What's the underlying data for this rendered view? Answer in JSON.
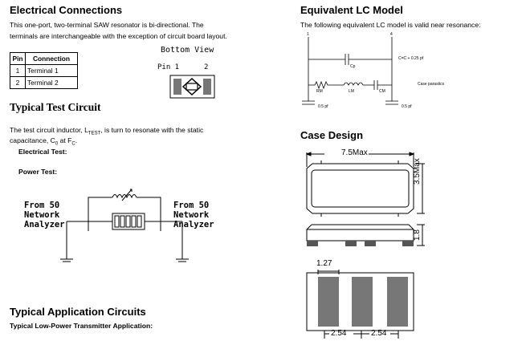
{
  "electrical": {
    "title": "Electrical Connections",
    "line1": "This one-port, two-terminal SAW resonator is bi-directional. The",
    "line2": "terminals are interchangeable with the exception of circuit board layout."
  },
  "pin_table": {
    "headers": [
      "Pin",
      "Connection"
    ],
    "rows": [
      [
        "1",
        "Terminal 1"
      ],
      [
        "2",
        "Terminal 2"
      ]
    ]
  },
  "bottom_view": {
    "title": "Bottom View",
    "pin1": "Pin 1",
    "pin2": "2"
  },
  "test_circuit": {
    "title": "Typical Test Circuit",
    "line1": "The test circuit inductor, L",
    "line1_sub": "TEST",
    "line1_end": ", is turn to resonate with the static",
    "line2": "capacitance, C",
    "line2_sub": "0",
    "line2_end": " at F",
    "line2_sub2": "C",
    "line2_tail": ".",
    "electrical_test": "Electrical Test:",
    "power_test": "Power Test:",
    "left_label": [
      "From 50",
      "Network",
      "Analyzer"
    ],
    "right_label": [
      "From 50",
      "Network",
      "Analyzer"
    ]
  },
  "application": {
    "title": "Typical Application Circuits",
    "subtitle": "Typical Low-Power Transmitter Application:"
  },
  "lc_model": {
    "title": "Equivalent LC Model",
    "text": "The following equivalent LC model is valid near resonance:",
    "node1": "1",
    "node4": "4",
    "eq": "C=C + 0.25 pf",
    "cp": "Cp",
    "rm": "RM",
    "lm": "LM",
    "cm": "CM",
    "parasitics": "Case parastics",
    "cap_left": "0.5 pf",
    "cap_right": "0.5 pf"
  },
  "case_design": {
    "title": "Case Design",
    "width": "7.5Max",
    "height": "3.5Max",
    "thickness": "1.8",
    "pad": "1.27",
    "pitch1": "2.54",
    "pitch2": "2.54"
  }
}
